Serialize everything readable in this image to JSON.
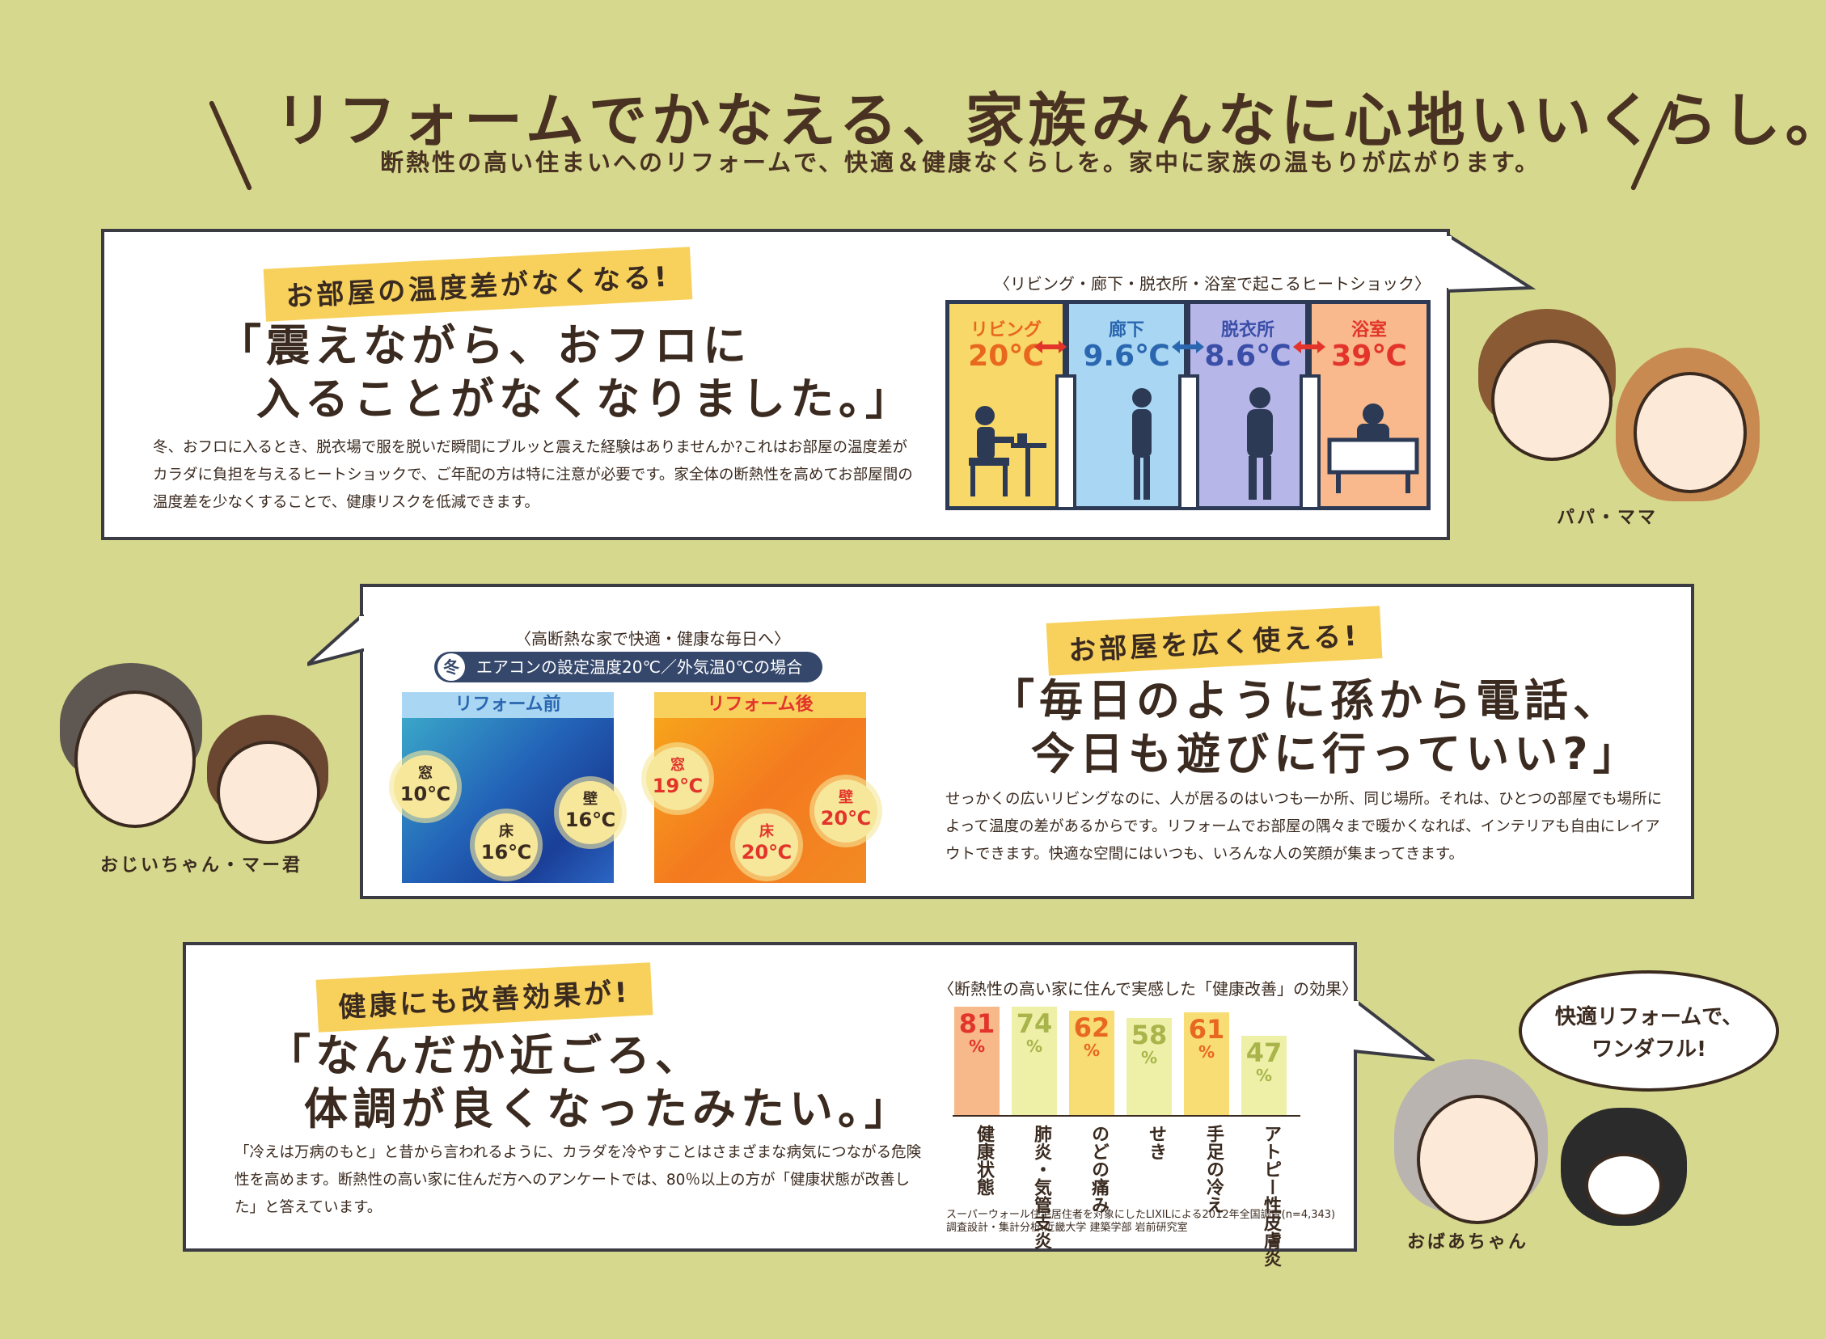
{
  "header": {
    "title": "リフォームでかなえる、家族みんなに心地いいくらし。",
    "subtitle": "断熱性の高い住まいへのリフォームで、快適＆健康なくらしを。家中に家族の温もりが広がります。"
  },
  "section1": {
    "tag": "お部屋の温度差がなくなる!",
    "quote_line1": "「震えながら、おフロに",
    "quote_line2": "入ることがなくなりました。」",
    "body": "冬、おフロに入るとき、脱衣場で服を脱いだ瞬間にブルッと震えた経験はありませんか?これはお部屋の温度差がカラダに負担を与えるヒートショックで、ご年配の方は特に注意が必要です。家全体の断熱性を高めてお部屋間の温度差を少なくすることで、健康リスクを低減できます。",
    "diagram_caption": "〈リビング・廊下・脱衣所・浴室で起こるヒートショック〉",
    "rooms": [
      {
        "name": "リビング",
        "temp": "20℃",
        "color": "#f9d86a",
        "text_color": "#e8681f"
      },
      {
        "name": "廊下",
        "temp": "9.6℃",
        "color": "#a9d6f2",
        "text_color": "#2a67b0"
      },
      {
        "name": "脱衣所",
        "temp": "8.6℃",
        "color": "#b7b6e8",
        "text_color": "#3a4ea8"
      },
      {
        "name": "浴室",
        "temp": "39℃",
        "color": "#f9b98c",
        "text_color": "#e2342a"
      }
    ],
    "characters_label": "パパ・ママ"
  },
  "section2": {
    "tag": "お部屋を広く使える!",
    "quote_line1": "「毎日のように孫から電話、",
    "quote_line2": "今日も遊びに行っていい?」",
    "body": "せっかくの広いリビングなのに、人が居るのはいつも一か所、同じ場所。それは、ひとつの部屋でも場所によって温度の差があるからです。リフォームでお部屋の隅々まで暖かくなれば、インテリアも自由にレイアウトできます。快適な空間にはいつも、いろんな人の笑顔が集まってきます。",
    "diagram_caption": "〈高断熱な家で快適・健康な毎日へ〉",
    "season_icon": "冬",
    "condition": "エアコンの設定温度20℃／外気温0℃の場合",
    "before": {
      "title": "リフォーム前",
      "points": [
        {
          "label": "窓",
          "temp": "10℃"
        },
        {
          "label": "床",
          "temp": "16℃"
        },
        {
          "label": "壁",
          "temp": "16℃"
        }
      ]
    },
    "after": {
      "title": "リフォーム後",
      "points": [
        {
          "label": "窓",
          "temp": "19℃"
        },
        {
          "label": "床",
          "temp": "20℃"
        },
        {
          "label": "壁",
          "temp": "20℃"
        }
      ]
    },
    "characters_label": "おじいちゃん・マー君"
  },
  "section3": {
    "tag": "健康にも改善効果が!",
    "quote_line1": "「なんだか近ごろ、",
    "quote_line2": "体調が良くなったみたい。」",
    "body": "「冷えは万病のもと」と昔から言われるように、カラダを冷やすことはさまざまな病気につながる危険性を高めます。断熱性の高い家に住んだ方へのアンケートでは、80％以上の方が「健康状態が改善した」と答えています。",
    "source_line1": "スーパーウォール住宅居住者を対象にしたLIXILによる2012年全国調査(n=4,343)",
    "source_line2": "調査設計・集計分析:近畿大学 建築学部 岩前研究室",
    "characters_label": "おばあちゃん",
    "bubble_line1": "快適リフォームで、",
    "bubble_line2": "ワンダフル!"
  },
  "chart_data": {
    "type": "bar",
    "title": "〈断熱性の高い家に住んで実感した「健康改善」の効果〉",
    "categories": [
      "健康状態",
      "肺炎・気管支炎",
      "のどの痛み",
      "せき",
      "手足の冷え",
      "アトピー性皮膚炎"
    ],
    "values": [
      81,
      74,
      62,
      58,
      61,
      47
    ],
    "unit": "%",
    "colors": [
      "#f7b98a",
      "#eef0a8",
      "#f8dc74",
      "#eef0a8",
      "#f8dc74",
      "#eef0a8"
    ],
    "label_colors": [
      "#e2342a",
      "#a9b44a",
      "#e8681f",
      "#a9b44a",
      "#e8681f",
      "#a9b44a"
    ],
    "ylim": [
      0,
      100
    ]
  }
}
